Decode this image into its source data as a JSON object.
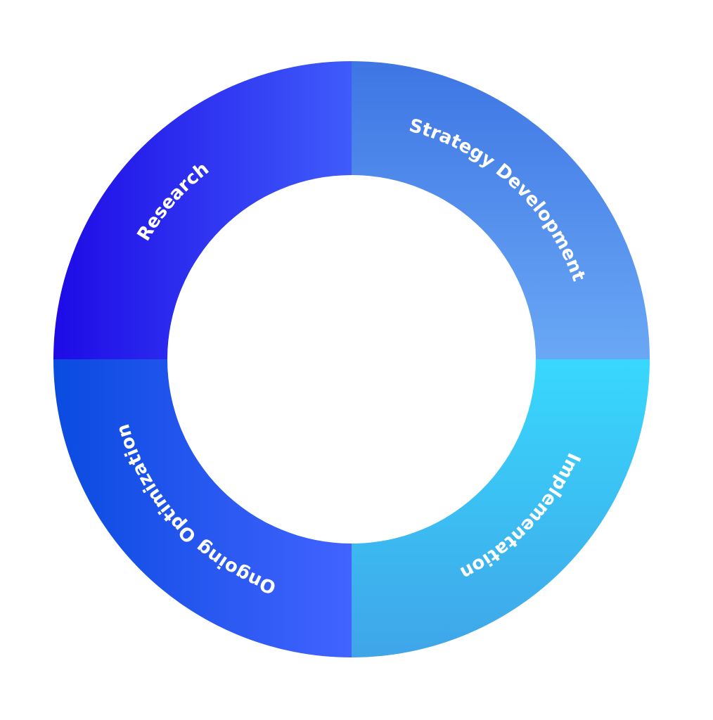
{
  "diagram": {
    "type": "cycle-ring",
    "segments": [
      {
        "id": "research",
        "label": "Research",
        "gradient": {
          "direction": "horizontal",
          "start": "#1e0ae6",
          "end": "#3f5cfb"
        }
      },
      {
        "id": "strategy-development",
        "label": "Strategy Development",
        "gradient": {
          "direction": "vertical",
          "start": "#3e75e4",
          "end": "#6aa8f5"
        }
      },
      {
        "id": "implementation",
        "label": "Implementation",
        "gradient": {
          "direction": "vertical",
          "start": "#38d8fd",
          "end": "#3fa5e8"
        }
      },
      {
        "id": "ongoing-optimization",
        "label": "Ongoing Optimization",
        "gradient": {
          "direction": "horizontal",
          "start": "#0a4be0",
          "end": "#4263ff"
        }
      }
    ]
  }
}
